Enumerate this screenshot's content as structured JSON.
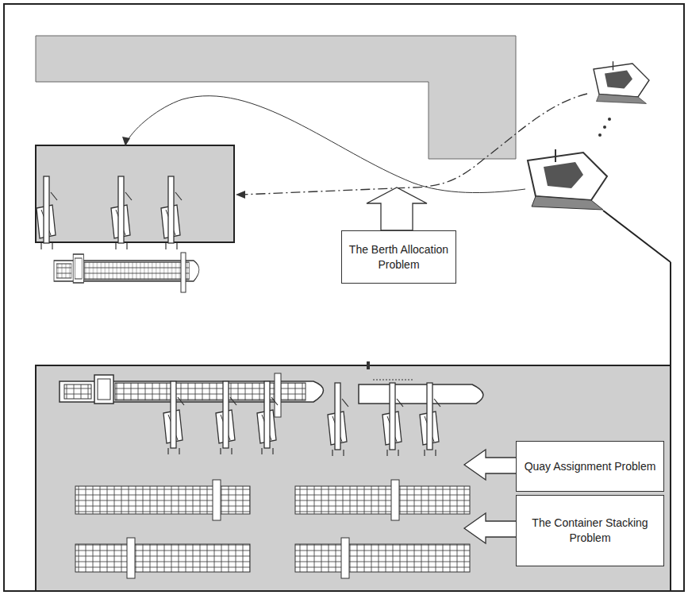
{
  "diagram": {
    "nodes": [
      {
        "text": [
          "The Berth Allocation Problem"
        ]
      },
      {
        "text": [
          "Quay Assignment Problem"
        ]
      },
      {
        "text": [
          "The Container Stacking Problem"
        ]
      }
    ]
  }
}
